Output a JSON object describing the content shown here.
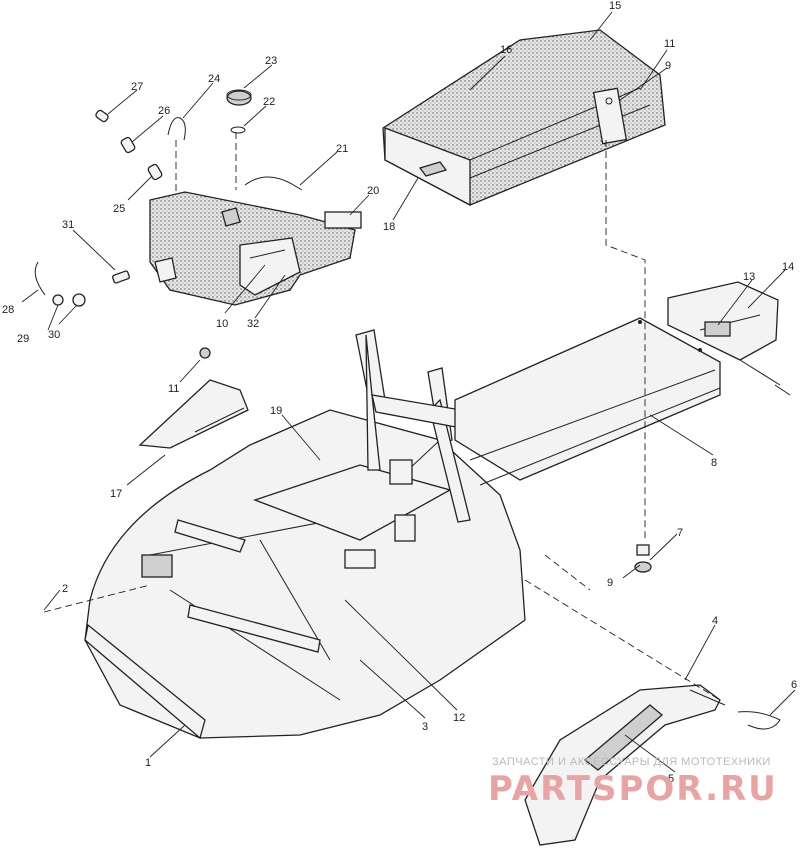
{
  "diagram": {
    "callouts": [
      "1",
      "2",
      "3",
      "4",
      "5",
      "6",
      "7",
      "8",
      "9",
      "10",
      "11",
      "12",
      "13",
      "14",
      "15",
      "16",
      "17",
      "18",
      "19",
      "20",
      "21",
      "22",
      "23",
      "24",
      "25",
      "26",
      "27",
      "28",
      "29",
      "30",
      "31",
      "32"
    ],
    "duplicate_callouts": {
      "nine_top": "9",
      "nine_bottom": "9",
      "eleven_top": "11",
      "eleven_left": "11"
    }
  },
  "watermark": {
    "subtitle": "ЗАПЧАСТИ И АКСЕССУАРЫ ДЛЯ МОТОТЕХНИКИ",
    "brand": "PARTSPOR.RU"
  }
}
